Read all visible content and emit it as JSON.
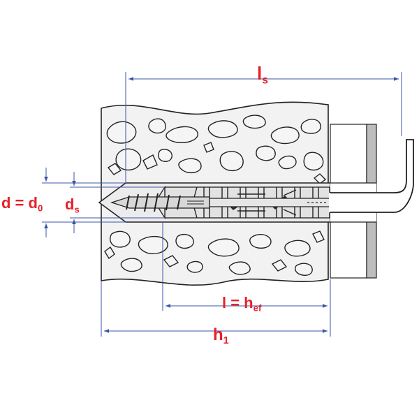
{
  "colors": {
    "annotation": "#e8202a",
    "dimension_line": "#3b55a8",
    "outline": "#222222",
    "stone_fill": "#f2f2f2",
    "plate_fill": "#bdbdbd"
  },
  "labels": {
    "ls": {
      "main": "l",
      "sub": "s"
    },
    "d": {
      "main": "d = d",
      "sub": "0"
    },
    "ds": {
      "main": "d",
      "sub": "s"
    },
    "lhef": {
      "main": "l = h",
      "sub": "ef"
    },
    "h1": {
      "main": "h",
      "sub": "1"
    }
  }
}
